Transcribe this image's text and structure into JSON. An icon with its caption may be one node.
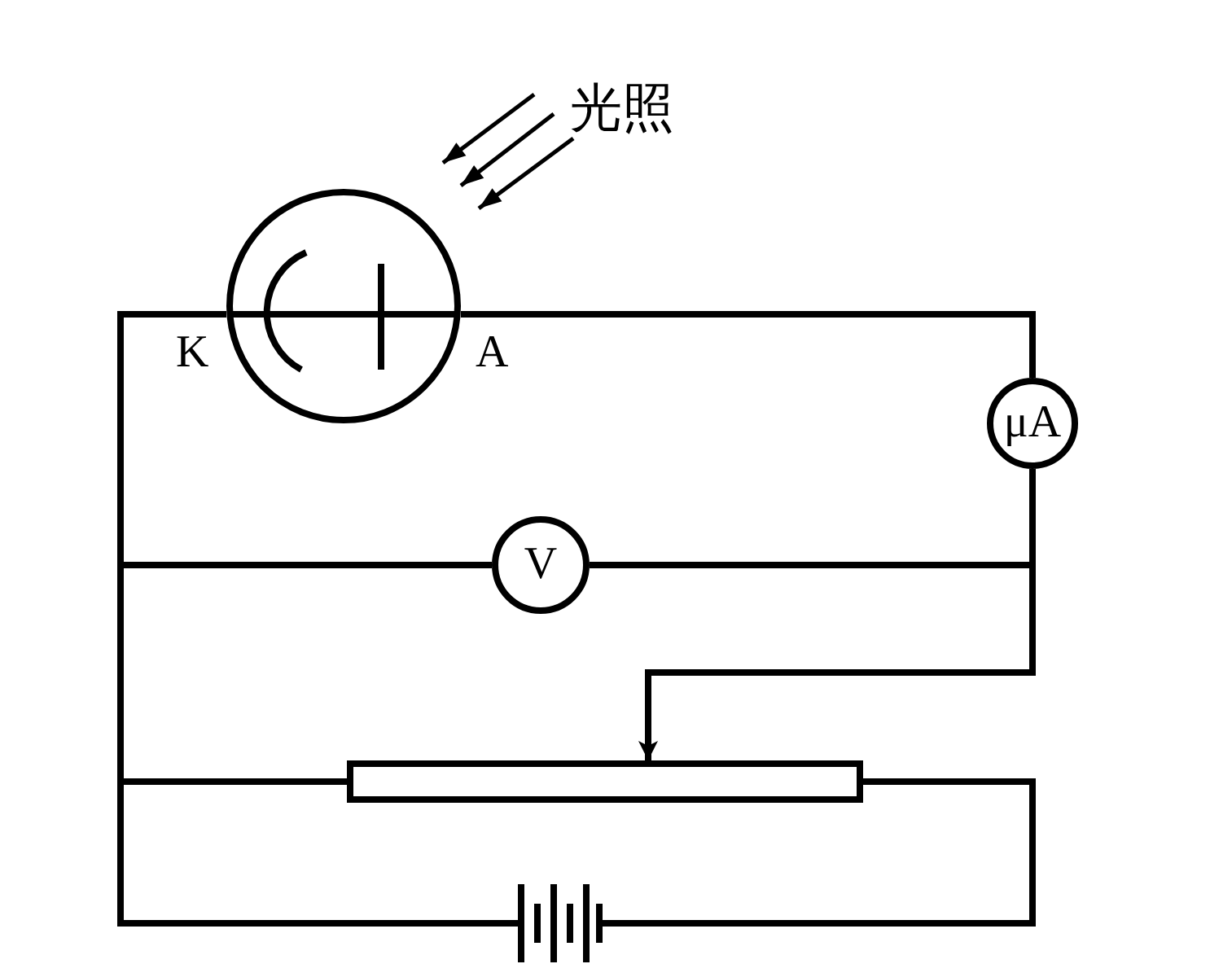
{
  "diagram": {
    "nodes": [
      {
        "text": [],
        "shape": "circle",
        "beside": [
          "K",
          "A"
        ]
      },
      {
        "text": [
          "μA"
        ]
      },
      {
        "text": [
          "V"
        ]
      },
      {
        "text": [],
        "shape": "box"
      },
      {
        "text": [],
        "shape": "battery"
      }
    ],
    "edges": [
      {
        "from": 0,
        "to": 1,
        "arrow": "none"
      },
      {
        "from": 0,
        "to": 2,
        "arrow": "none"
      },
      {
        "from": 1,
        "to": 2,
        "arrow": "none"
      },
      {
        "from": 1,
        "to": 3,
        "arrow": "to"
      },
      {
        "from": 0,
        "to": 3,
        "arrow": "none"
      },
      {
        "from": 0,
        "to": 4,
        "arrow": "none"
      },
      {
        "from": 3,
        "to": 4,
        "arrow": "none"
      }
    ],
    "labels": [
      "光照"
    ]
  }
}
